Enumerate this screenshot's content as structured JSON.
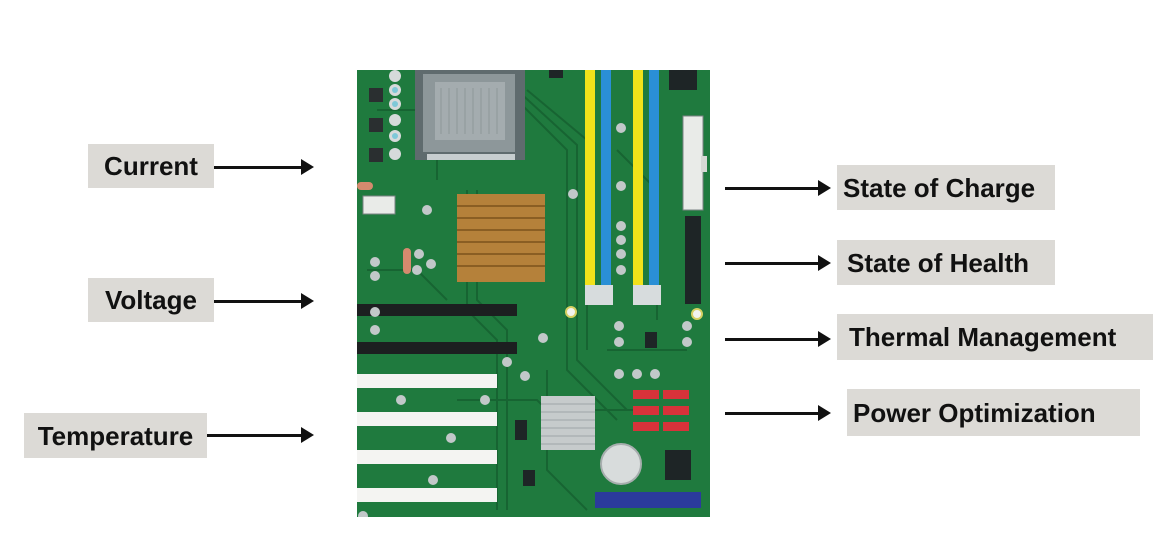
{
  "left_labels": [
    "Current",
    "Voltage",
    "Temperature"
  ],
  "right_labels": [
    "State of Charge",
    "State of Health",
    "Thermal Management",
    "Power Optimization"
  ],
  "colors": {
    "label_bg": "#dcdad6",
    "board_green": "#1f7a3e",
    "trace_green": "#176432",
    "ram_yellow": "#f2e21a",
    "ram_blue": "#2a8fd6",
    "heatsink_copper": "#b5813a",
    "sata_red": "#d8323a",
    "io_blue": "#2b3a9c"
  },
  "icons": [
    "motherboard-illustration"
  ]
}
